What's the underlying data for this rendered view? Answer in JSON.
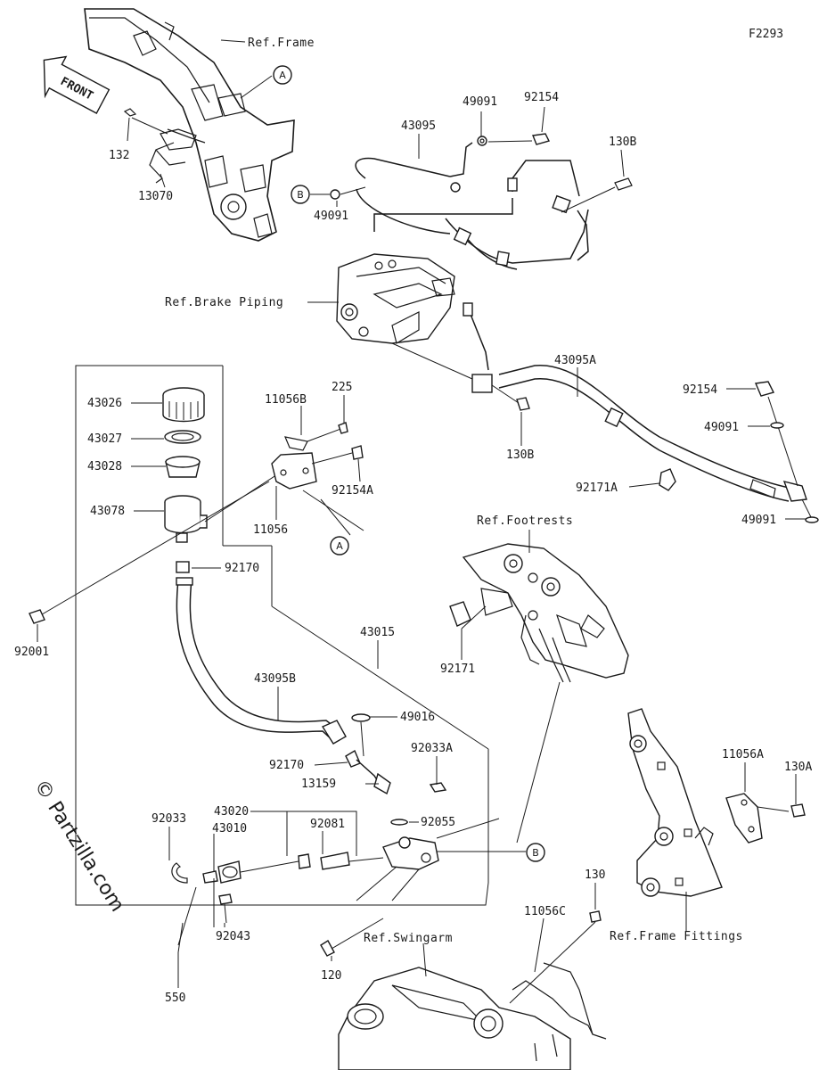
{
  "diagram_code": "F2293",
  "watermark": "© Partzilla.com",
  "front_arrow_label": "FRONT",
  "references": {
    "frame": "Ref.Frame",
    "brake_piping": "Ref.Brake Piping",
    "footrests": "Ref.Footrests",
    "swingarm": "Ref.Swingarm",
    "frame_fittings": "Ref.Frame Fittings"
  },
  "callouts": {
    "a": "A",
    "b": "B"
  },
  "parts": {
    "p132": "132",
    "p13070": "13070",
    "p43095": "43095",
    "p49091_top": "49091",
    "p92154_top": "92154",
    "p130b_top": "130B",
    "p49091_left": "49091",
    "p43026": "43026",
    "p43027": "43027",
    "p43028": "43028",
    "p43078": "43078",
    "p11056b": "11056B",
    "p225": "225",
    "p92154a": "92154A",
    "p11056": "11056",
    "p130b_mid": "130B",
    "p43095a": "43095A",
    "p92154_right": "92154",
    "p49091_right1": "49091",
    "p92171a": "92171A",
    "p49091_right2": "49091",
    "p92170_top": "92170",
    "p92001": "92001",
    "p43015": "43015",
    "p92171": "92171",
    "p43095b": "43095B",
    "p49016": "49016",
    "p92033a": "92033A",
    "p92170_low": "92170",
    "p13159": "13159",
    "p92055": "92055",
    "p92033": "92033",
    "p43020": "43020",
    "p43010": "43010",
    "p92081": "92081",
    "p11056a": "11056A",
    "p130a": "130A",
    "p130": "130",
    "p11056c": "11056C",
    "p120": "120",
    "p92043": "92043",
    "p550": "550"
  }
}
